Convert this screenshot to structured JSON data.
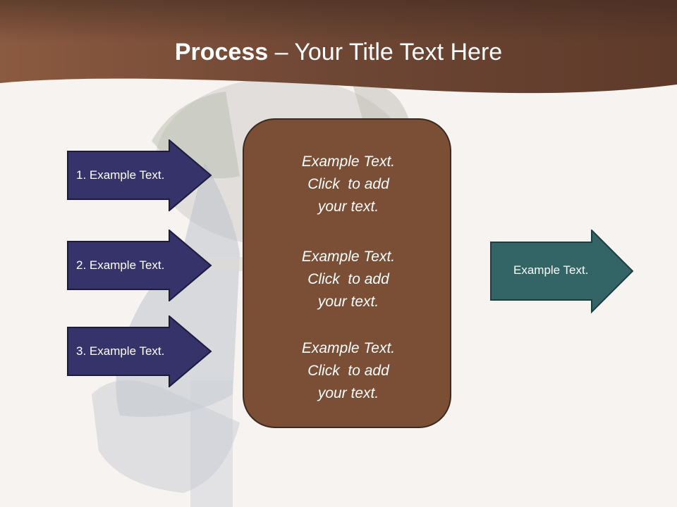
{
  "title": {
    "bold": "Process",
    "rest": " – Your Title Text Here"
  },
  "left_steps": [
    {
      "label": "1. Example Text."
    },
    {
      "label": "2. Example Text."
    },
    {
      "label": "3. Example Text."
    }
  ],
  "center_items": [
    {
      "line1": "Example Text.",
      "line2": "Click  to add",
      "line3": "your text."
    },
    {
      "line1": "Example Text.",
      "line2": "Click  to add",
      "line3": "your text."
    },
    {
      "line1": "Example Text.",
      "line2": "Click  to add",
      "line3": "your text."
    }
  ],
  "output": {
    "label": "Example Text."
  },
  "colors": {
    "header_brown": "#6b4230",
    "left_arrow": "#35336a",
    "center_box": "#7a4f36",
    "output_arrow": "#336566",
    "background": "#f6f3f1"
  }
}
